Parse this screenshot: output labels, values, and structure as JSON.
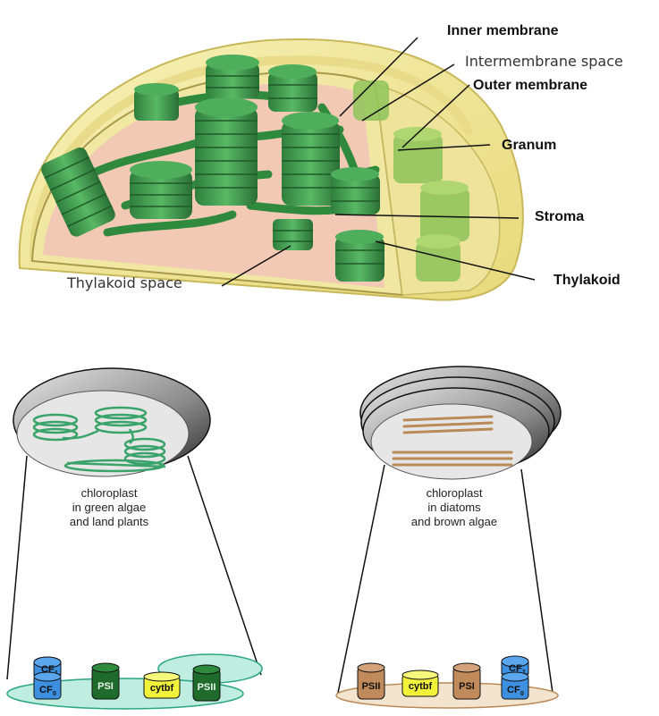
{
  "labels": {
    "inner_membrane": "Inner membrane",
    "intermembrane_space": "Intermembrane space",
    "outer_membrane": "Outer membrane",
    "granum": "Granum",
    "stroma": "Stroma",
    "thylakoid": "Thylakoid",
    "thylakoid_space": "Thylakoid space"
  },
  "captions": {
    "left": [
      "chloroplast",
      "in green algae",
      "and land plants"
    ],
    "right": [
      "chloroplast",
      "in diatoms",
      "and brown algae"
    ]
  },
  "left_complexes": {
    "cf_top": "CF",
    "cf_top_sub": "1",
    "cf_bottom": "CF",
    "cf_bottom_sub": "0",
    "psi": "PSI",
    "cytbf": "cytbf",
    "psii": "PSII"
  },
  "right_complexes": {
    "psii": "PSII",
    "cytbf": "cytbf",
    "psi": "PSI",
    "cf_top": "CF",
    "cf_top_sub": "1",
    "cf_bottom": "CF",
    "cf_bottom_sub": "0"
  },
  "colors": {
    "envelope_yellow": "#f3eca0",
    "stroma_pink": "#f2c9b4",
    "thylakoid_green": "#3e9a4c",
    "thylakoid_light_green": "#8fc45a",
    "green_membrane": "#bfeee0",
    "brown_thylakoid": "#b98a58",
    "cf_blue": "#3d8fe0",
    "psi_green": "#1f6b2c",
    "cytbf_yellow": "#f2f23a",
    "psii_brown": "#c08a5a"
  }
}
